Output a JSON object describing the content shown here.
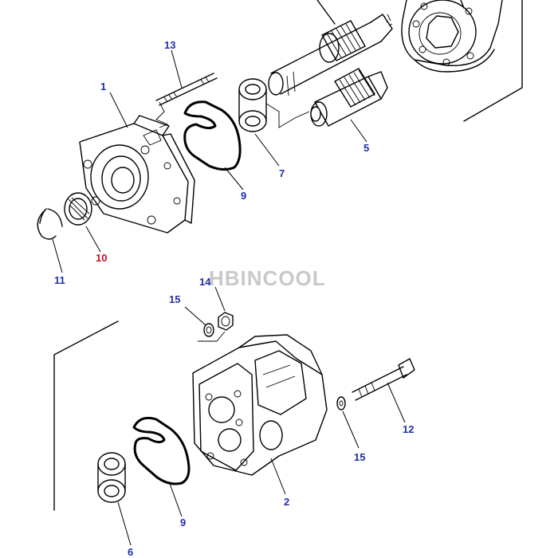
{
  "watermark": "HBINCOOL",
  "callouts": {
    "c1": "1",
    "c2": "2",
    "c5": "5",
    "c6": "6",
    "c7": "7",
    "c9a": "9",
    "c9b": "9",
    "c10": "10",
    "c11": "11",
    "c12": "12",
    "c13": "13",
    "c14": "14",
    "c15a": "15",
    "c15b": "15"
  },
  "colors": {
    "callout": "#1f2fa8",
    "callout_highlight": "#c8102e",
    "watermark": "#c9c9c9"
  }
}
